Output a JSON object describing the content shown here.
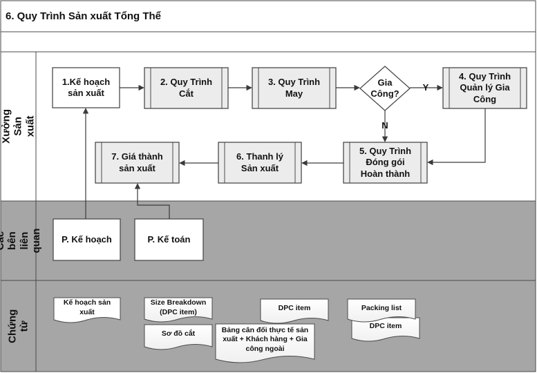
{
  "title": "6. Quy Trình Sản xuất Tổng Thể",
  "lanes": {
    "production": "Xưởng Sản xuất",
    "related": "Các bên liên\nquan",
    "documents": "Chứng từ"
  },
  "steps": {
    "plan": "1.Kế hoạch\nsản xuất",
    "cut": "2. Quy Trình\nCắt",
    "sew": "3. Quy Trình\nMay",
    "decision": "Gia\nCông?",
    "outsource": "4. Quy Trình\nQuản lý Gia\nCông",
    "pack": "5. Quy Trình\nĐóng gói\nHoàn thành",
    "liquidation": "6. Thanh lý\nSản xuất",
    "cost": "7. Giá thành\nsản xuất"
  },
  "branches": {
    "yes": "Y",
    "no": "N"
  },
  "parties": {
    "planning": "P. Kế hoạch",
    "accounting": "P. Kế toán"
  },
  "documents": {
    "production_plan": "Kế hoạch sản\nxuất",
    "size_breakdown": "Size Breakdown\n(DPC item)",
    "cutting_diagram": "Sơ đồ cắt",
    "balance_sheet": "Bảng cân đối thực tế sản\nxuất + Khách hàng + Gia\ncông ngoài",
    "dpc_item_1": "DPC item",
    "packing_list": "Packing list",
    "dpc_item_2": "DPC item"
  },
  "colors": {
    "lane_white": "#ffffff",
    "lane_gray": "#a6a6a6",
    "border": "#4a4a4a",
    "process_fill": "#ececec",
    "arrow": "#3a3a3a"
  }
}
